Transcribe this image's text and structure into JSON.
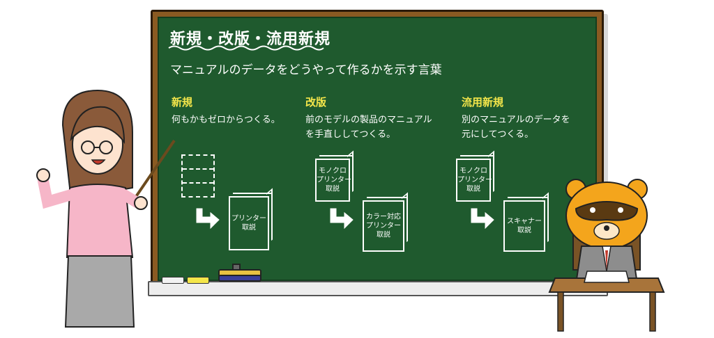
{
  "board": {
    "title": "新規・改版・流用新規",
    "subtitle": "マニュアルのデータをどうやって作るかを示す言葉"
  },
  "columns": [
    {
      "heading": "新規",
      "description": "何もかもゼロからつくる。",
      "result_doc": "プリンター\n取説"
    },
    {
      "heading": "改版",
      "description": "前のモデルの製品のマニュアル\nを手直ししてつくる。",
      "source_doc": "モノクロ\nプリンター\n取説",
      "result_doc": "カラー対応\nプリンター\n取説"
    },
    {
      "heading": "流用新規",
      "description": "別のマニュアルのデータを\n元にしてつくる。",
      "source_doc": "モノクロ\nプリンター\n取説",
      "result_doc": "スキャナー\n取説"
    }
  ],
  "colors": {
    "board": "#1f5a2e",
    "heading": "#f4e64a",
    "chalk_text": "#ffffff",
    "frame": "#8a5a22"
  }
}
